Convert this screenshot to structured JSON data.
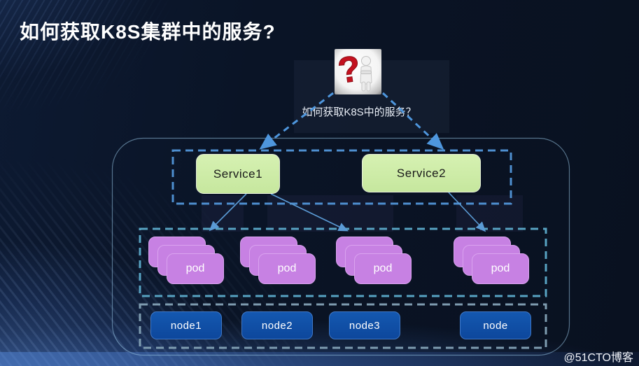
{
  "slide": {
    "title": "如何获取K8S集群中的服务?",
    "watermark": "@51CTO博客"
  },
  "question": {
    "mark": "?",
    "label": "如何获取K8S中的服务？"
  },
  "diagram": {
    "services": [
      {
        "label": "Service1"
      },
      {
        "label": "Service2"
      }
    ],
    "pods": [
      {
        "label": "pod"
      },
      {
        "label": "pod"
      },
      {
        "label": "pod"
      },
      {
        "label": "pod"
      }
    ],
    "nodes": [
      {
        "label": "node1"
      },
      {
        "label": "node2"
      },
      {
        "label": "node3"
      },
      {
        "label": "node"
      }
    ],
    "colors": {
      "background": "#0a1424",
      "service_fill": "#cdeca8",
      "pod_fill": "#c781e3",
      "node_fill": "#1152a8",
      "services_border": "#4e8fd0",
      "pods_border": "#57a3c2",
      "nodes_border": "#7e9cb0",
      "connector_blue": "#4e96dd",
      "arrow_light_blue": "#5b9bd5",
      "question_red": "#c41220"
    }
  }
}
